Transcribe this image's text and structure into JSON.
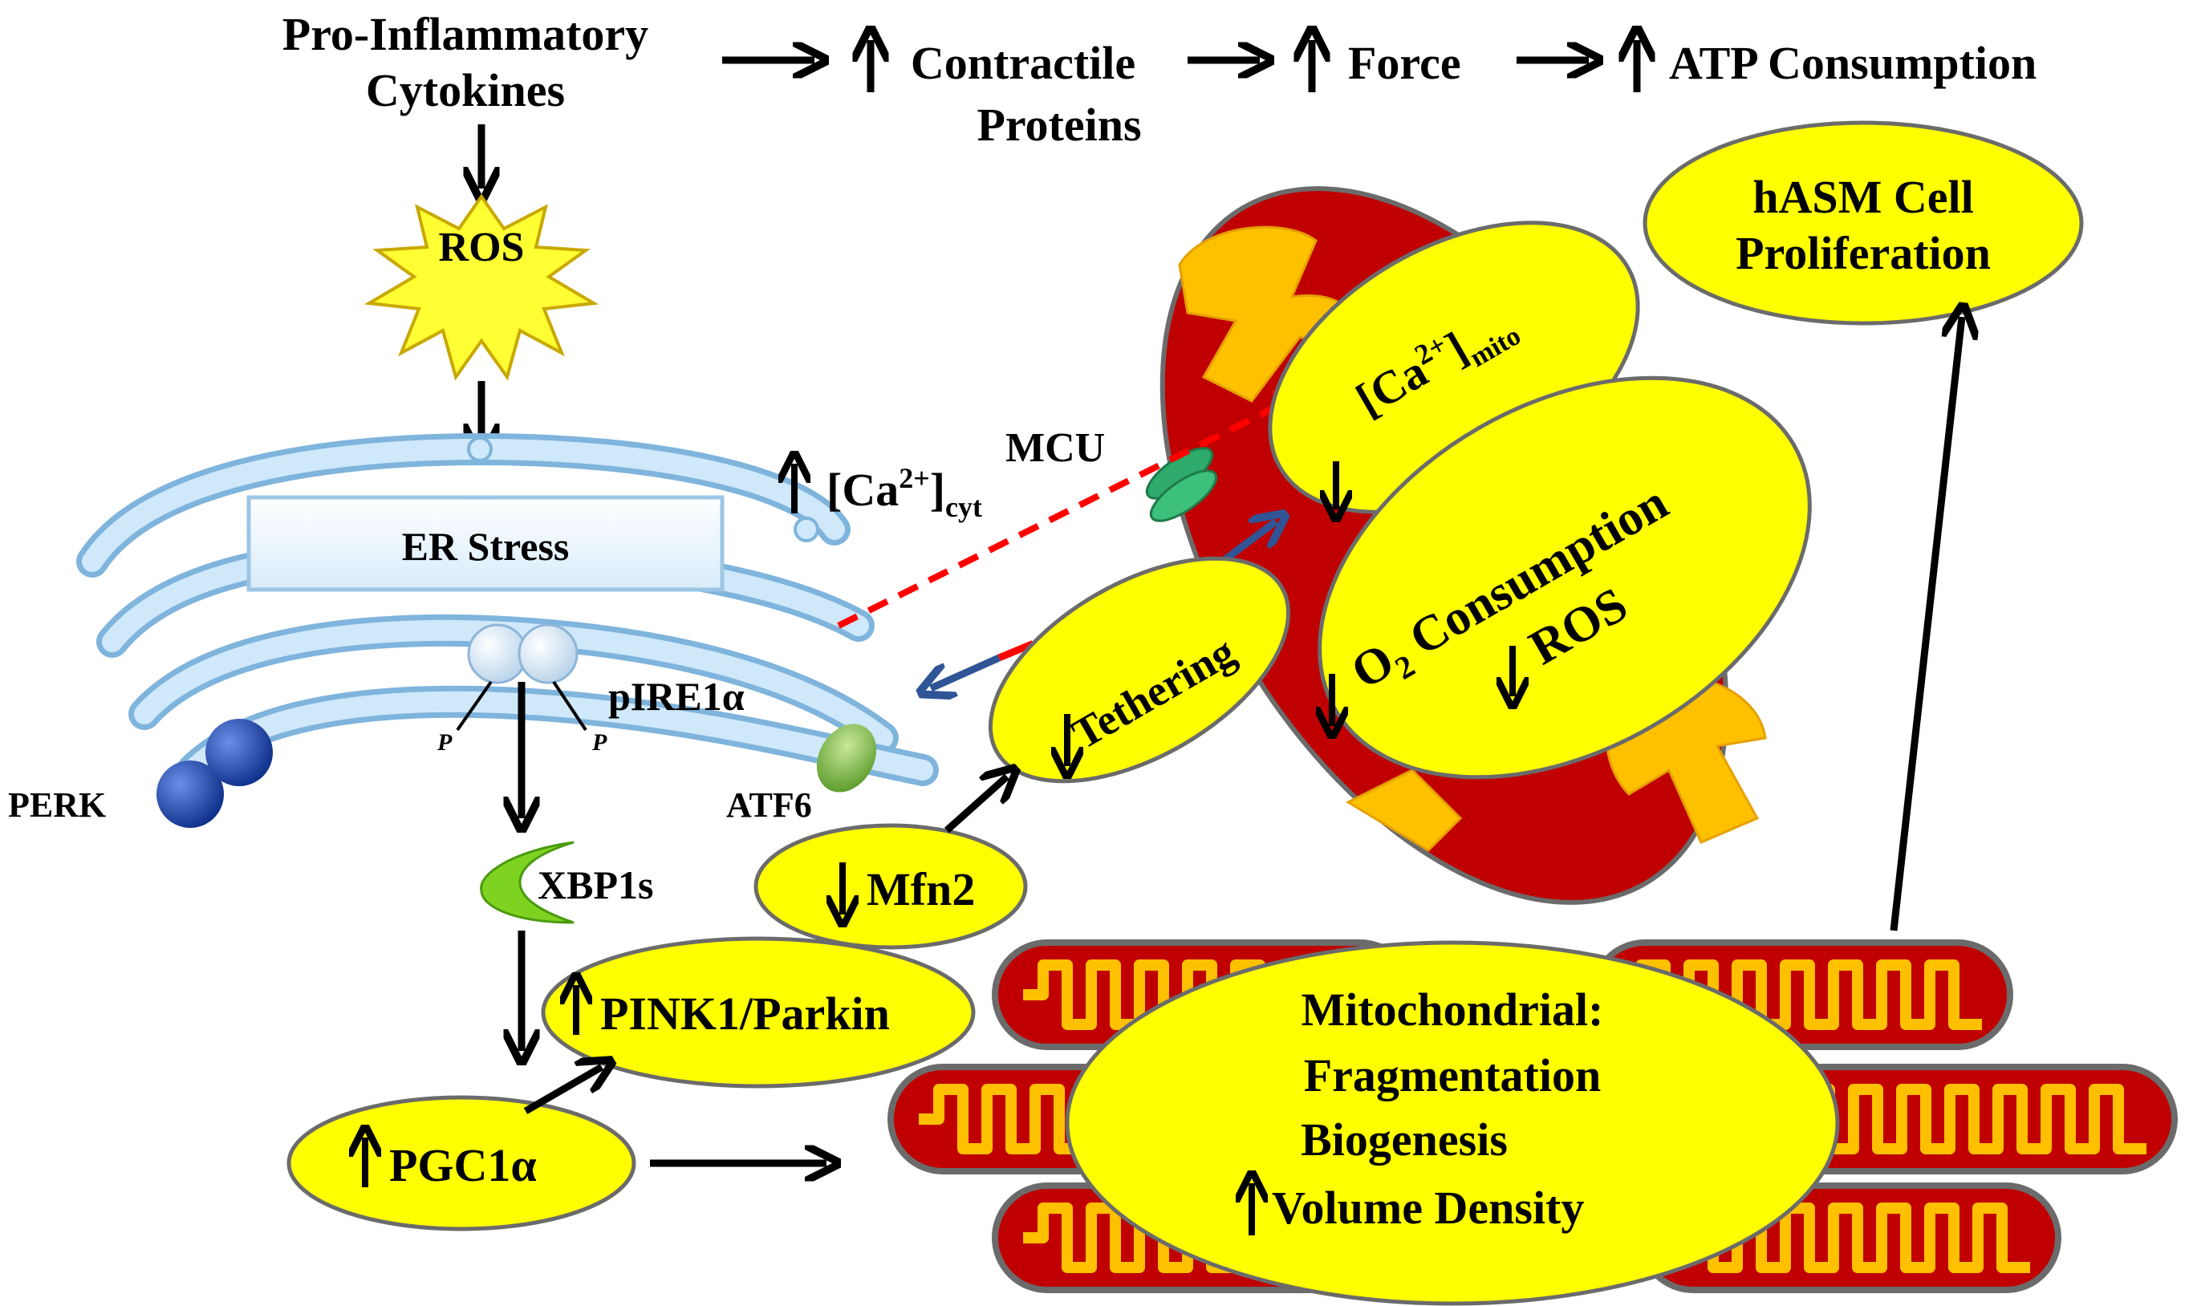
{
  "top_flow": {
    "cytokines_line1": "Pro-Inflammatory",
    "cytokines_line2": "Cytokines",
    "contractile_line1": "Contractile",
    "contractile_line2": "Proteins",
    "force": "Force",
    "atp": "ATP Consumption"
  },
  "ros_star": "ROS",
  "er": {
    "stress_label": "ER Stress",
    "perk": "PERK",
    "pire1a": "pIRE1α",
    "phospho": "P",
    "atf6": "ATF6",
    "ca_cyt_base": "[Ca",
    "ca_cyt_sup": "2+",
    "ca_cyt_close": "]",
    "ca_cyt_sub": "cyt"
  },
  "mcu": "MCU",
  "xbp1s": "XBP1s",
  "ellipses": {
    "pink1": "PINK1/Parkin",
    "pgc1a": "PGC1α",
    "mfn2": "Mfn2",
    "tethering": "Tethering",
    "ca_mito_base": "[Ca",
    "ca_mito_sup": "2+",
    "ca_mito_close": "]",
    "ca_mito_sub": "mito",
    "o2_o": "O",
    "o2_sub": "2",
    "o2_rest": " Consumption",
    "ros": "ROS",
    "hasm_line1": "hASM Cell",
    "hasm_line2": "Proliferation",
    "mito_line1": "Mitochondrial:",
    "mito_line2": "Fragmentation",
    "mito_line3": "Biogenesis",
    "mito_line4": "Volume Density"
  },
  "colors": {
    "ellipse_fill": "#ffff00",
    "mito_outer": "#c00000",
    "cristae": "#ffc000",
    "er_blue": "#a8d4f0",
    "perk_blue": "#1f4fb5",
    "atf6_green": "#8bc34a",
    "mcu_green": "#2eaa6a",
    "xbp1s_green": "#7ed321",
    "dash_red": "#ff0000",
    "dash_blue": "#2f5597",
    "star_fill": "#ffff33"
  }
}
